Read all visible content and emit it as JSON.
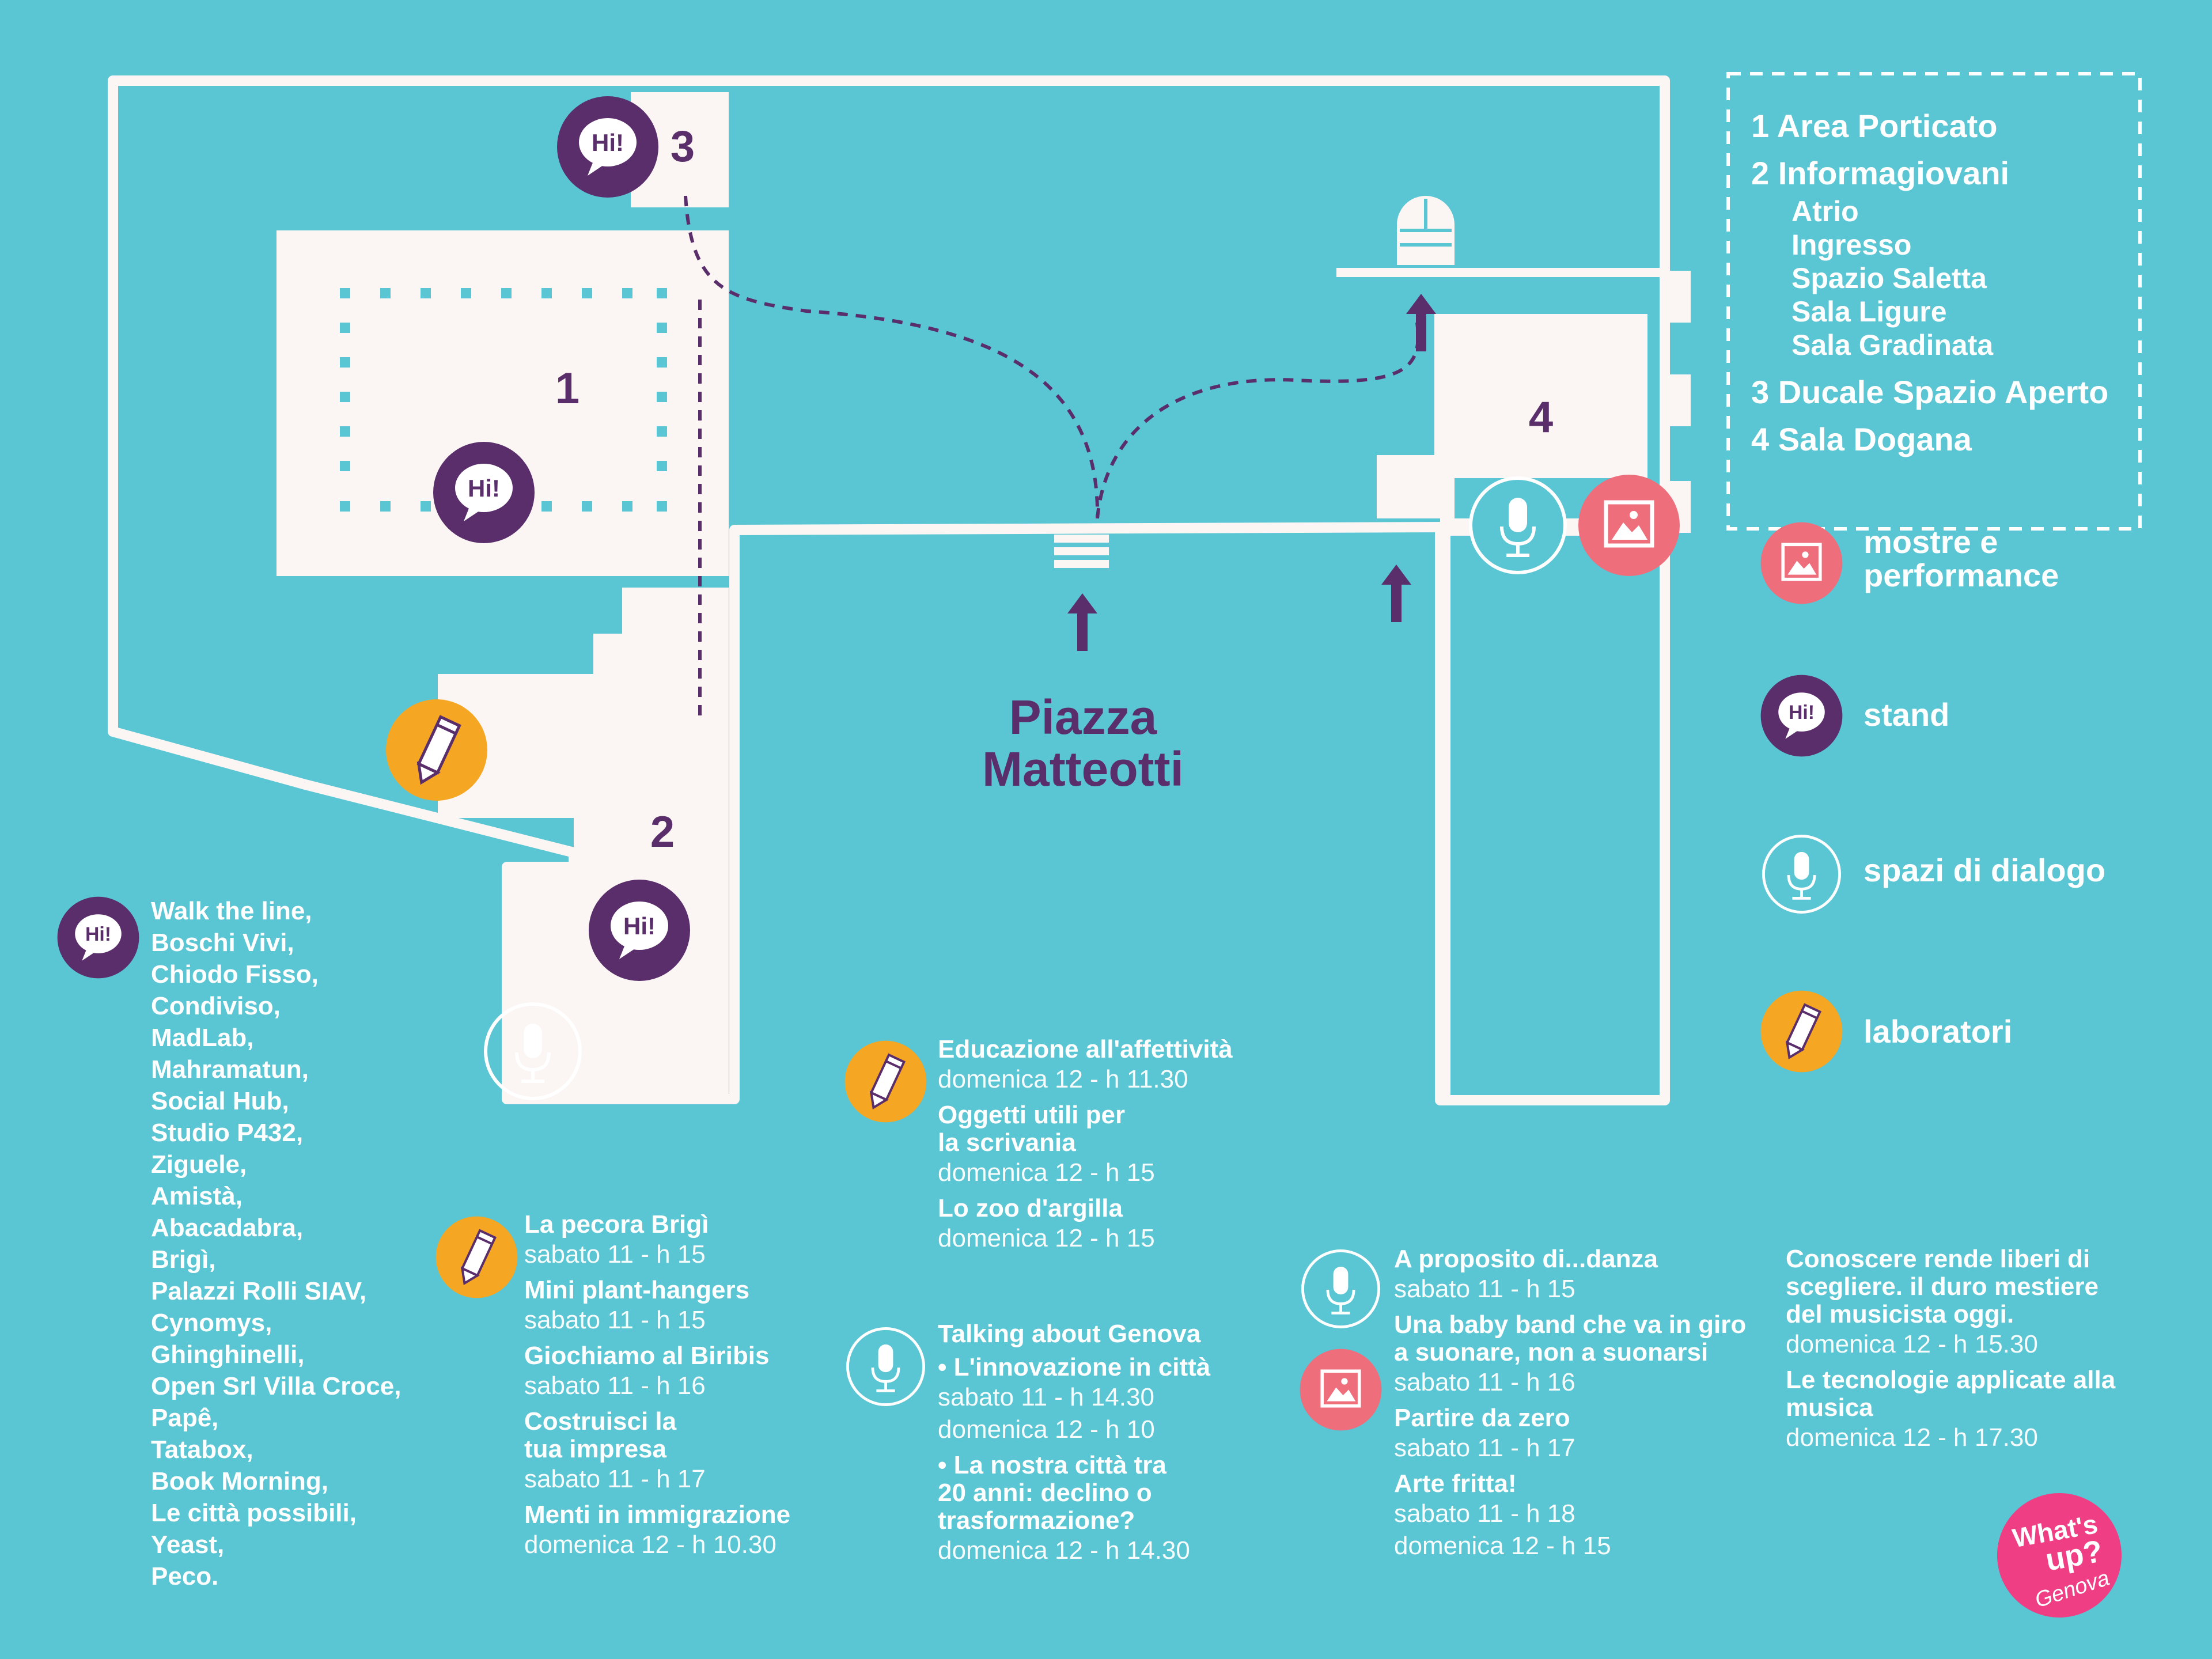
{
  "map": {
    "square_name_line1": "Piazza",
    "square_name_line2": "Matteotti",
    "area_numbers": [
      "1",
      "2",
      "3",
      "4"
    ]
  },
  "colors": {
    "background": "#5ac5d3",
    "building": "#fbf6f3",
    "purple": "#5a2d6b",
    "orange": "#f5a623",
    "pink": "#ef6e7c",
    "white": "#ffffff"
  },
  "legend": {
    "areas": [
      {
        "num": "1",
        "label": "Area Porticato"
      },
      {
        "num": "2",
        "label": "Informagiovani"
      },
      {
        "num": "3",
        "label": "Ducale Spazio Aperto"
      },
      {
        "num": "4",
        "label": "Sala Dogana"
      }
    ],
    "sub_areas": [
      "Atrio",
      "Ingresso",
      "Spazio Saletta",
      "Sala Ligure",
      "Sala Gradinata"
    ],
    "icon_keys": [
      {
        "icon": "picture-icon",
        "label": "mostre e performance"
      },
      {
        "icon": "speech-bubble-icon",
        "label": "stand"
      },
      {
        "icon": "microphone-icon",
        "label": "spazi di dialogo"
      },
      {
        "icon": "pencil-icon",
        "label": "laboratori"
      }
    ]
  },
  "hi_text": "Hi!",
  "stands": [
    "Walk the line,",
    "Boschi Vivi,",
    "Chiodo Fisso,",
    "Condiviso,",
    "MadLab,",
    "Mahramatun,",
    "Social Hub,",
    "Studio P432,",
    "Ziguele,",
    "Amistà,",
    "Abacadabra,",
    "Brigì,",
    "Palazzi Rolli SIAV,",
    "Cynomys,",
    "Ghinghinelli,",
    "Open Srl Villa Croce,",
    "Papê,",
    "Tatabox,",
    "Book Morning,",
    "Le città possibili,",
    "Yeast,",
    "Peco."
  ],
  "labs_1": [
    {
      "title": "La pecora Brigì",
      "when": "sabato 11 - h 15"
    },
    {
      "title": "Mini plant-hangers",
      "when": "sabato 11 - h 15"
    },
    {
      "title": "Giochiamo al Biribis",
      "when": "sabato 11 - h 16"
    },
    {
      "title": "Costruisci la\ntua impresa",
      "when": "sabato 11 - h 17"
    },
    {
      "title": "Menti in immigrazione",
      "when": "domenica 12 - h 10.30"
    }
  ],
  "labs_2": [
    {
      "title": "Educazione all'affettività",
      "when": "domenica 12 - h 11.30"
    },
    {
      "title": "Oggetti utili per\nla scrivania",
      "when": "domenica 12 - h 15"
    },
    {
      "title": "Lo zoo d'argilla",
      "when": "domenica 12 - h 15"
    }
  ],
  "talk": {
    "title": "Talking about Genova",
    "items": [
      {
        "title": "• L'innovazione in città",
        "when": [
          "sabato 11   - h 14.30",
          "domenica 12 - h 10"
        ]
      },
      {
        "title": "• La nostra città tra\n20 anni: declino o\ntrasformazione?",
        "when": [
          "domenica 12 - h 14.30"
        ]
      }
    ]
  },
  "dialog": [
    {
      "title": "A proposito di...danza",
      "when": [
        "sabato 11 - h 15"
      ]
    },
    {
      "title": "Una baby band che va in giro\na suonare, non a suonarsi",
      "when": [
        "sabato 11 - h 16"
      ]
    },
    {
      "title": "Partire da zero",
      "when": [
        "sabato 11 - h 17"
      ]
    },
    {
      "title": "Arte fritta!",
      "when": [
        "sabato 11 - h 18",
        "domenica 12 - h 15"
      ]
    }
  ],
  "music": [
    {
      "title": "Conoscere rende liberi di\nscegliere. il duro mestiere\ndel musicista oggi.",
      "when": "domenica 12 - h 15.30"
    },
    {
      "title": "Le tecnologie applicate alla\nmusica",
      "when": "domenica 12 - h 17.30"
    }
  ],
  "logo": {
    "line1": "What's",
    "line2": "up?",
    "line3": "Genova"
  }
}
